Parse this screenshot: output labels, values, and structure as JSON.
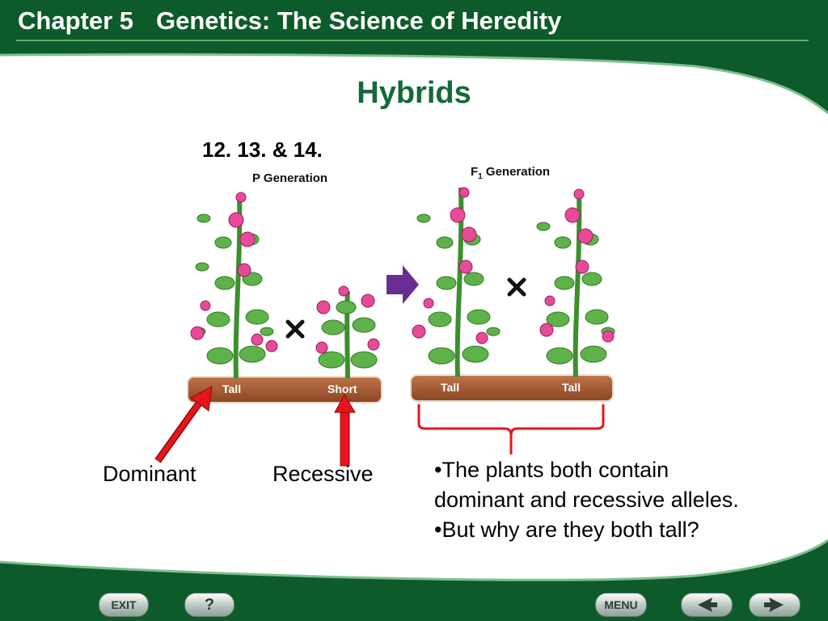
{
  "header": {
    "chapter": "Chapter 5",
    "subject": "Genetics: The Science of Heredity"
  },
  "slide": {
    "title": "Hybrids",
    "numbers": "12. 13. & 14."
  },
  "figure": {
    "p_generation_label": "P Generation",
    "f1_generation_label": "F",
    "f1_generation_sub": "1",
    "f1_generation_rest": " Generation",
    "plants": [
      {
        "label": "Tall"
      },
      {
        "label": "Short"
      },
      {
        "label": "Tall"
      },
      {
        "label": "Tall"
      }
    ]
  },
  "labels": {
    "dominant": "Dominant",
    "recessive": "Recessive"
  },
  "bullets": [
    "•The plants both contain",
    "dominant and recessive alleles.",
    "•But why are they both tall?"
  ],
  "nav": {
    "exit": "EXIT",
    "help": "?",
    "menu": "MENU",
    "prev_icon": "left-arrow-icon",
    "next_icon": "right-arrow-icon"
  },
  "colors": {
    "dark_green": "#0d5a2a",
    "title_green": "#14693a",
    "arrow_red": "#e8141b",
    "arrow_purple": "#6a2c91",
    "soil": "#a0522d"
  }
}
